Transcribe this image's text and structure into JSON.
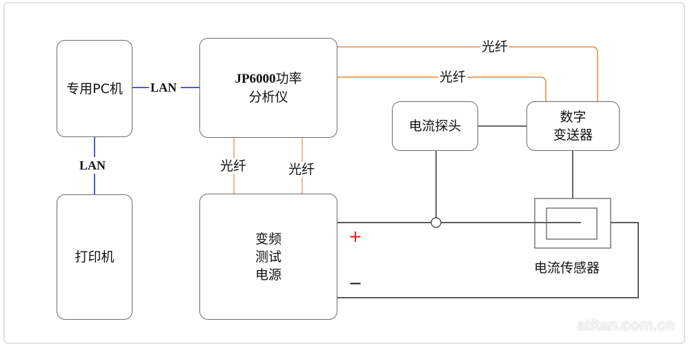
{
  "diagram": {
    "nodes": {
      "pc": "专用PC机",
      "analyzer_line1_model": "JP6000",
      "analyzer_line1_rest": "功率",
      "analyzer_line2": "分析仪",
      "printer": "打印机",
      "power_source_line1": "变频",
      "power_source_line2": "测试",
      "power_source_line3": "电源",
      "current_probe": "电流探头",
      "transmitter_line1": "数字",
      "transmitter_line2": "变送器",
      "current_sensor": "电流传感器"
    },
    "edges": {
      "lan_pc_analyzer": "LAN",
      "lan_pc_printer": "LAN",
      "fiber_top": "光纤",
      "fiber_mid": "光纤",
      "fiber_left_down": "光纤",
      "fiber_right_down": "光纤"
    },
    "polarity": {
      "plus": "+",
      "minus": "−"
    },
    "colors": {
      "lan": "#1a1acc",
      "fiber": "#e8873a",
      "wire": "#222222",
      "plus": "#e01818",
      "box_border": "#6a6a6a"
    },
    "watermark": "atitan.com.cn"
  }
}
